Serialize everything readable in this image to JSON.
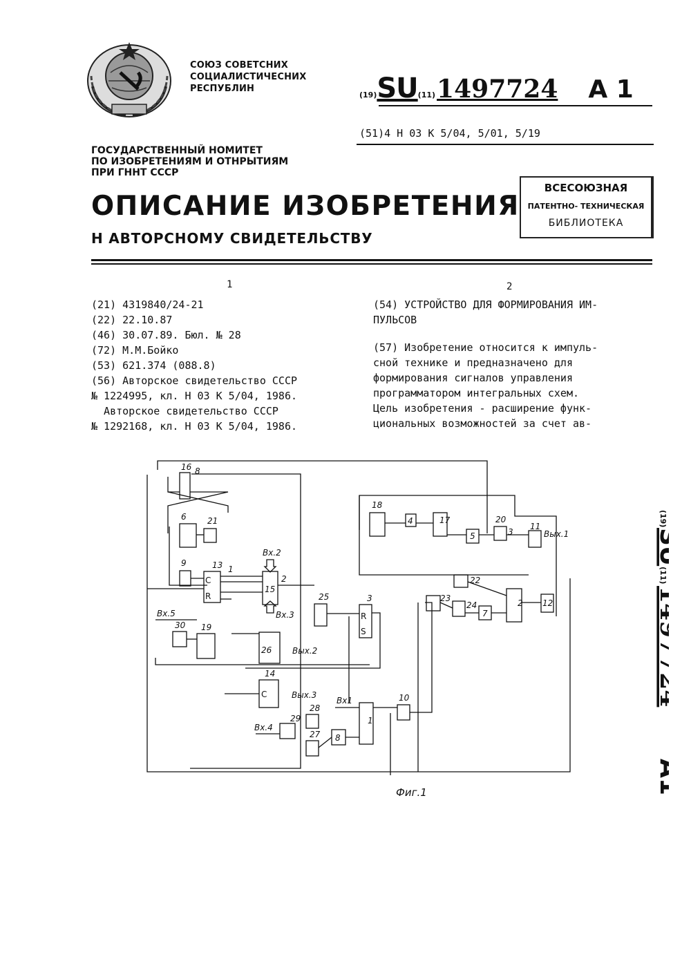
{
  "header": {
    "union": [
      "СОЮЗ СОВЕТСНИХ",
      "СОЦИАЛИСТИЧЕСНИХ",
      "РЕСПУБЛИН"
    ],
    "country_code_prefix": "(19)",
    "country_code": "SU",
    "number_prefix": "(11)",
    "publication_number": "1497724",
    "kind_code": "A 1",
    "ipc": "(51)4 Н 03 К 5/04, 5/01, 5/19",
    "committee": [
      "ГОСУДАРСТВЕННЫЙ НОМИТЕТ",
      "ПО ИЗОБРЕТЕНИЯМ И ОТНРЫТИЯМ",
      "ПРИ ГННТ СССР"
    ],
    "title": "ОПИСАНИЕ ИЗОБРЕТЕНИЯ",
    "subtitle": "Н АВТОРСНОМУ СВИДЕТЕЛЬСТВУ"
  },
  "stamp": {
    "line1": "ВСЕСОЮЗНАЯ",
    "line2": "ПАТЕНТНО- ТЕХНИЧЕСКАЯ",
    "line3": "БИБЛИОТЕКА"
  },
  "column_numbers": {
    "left": "1",
    "right": "2"
  },
  "bibliographic": [
    "(21) 4319840/24-21",
    "(22) 22.10.87",
    "(46) 30.07.89. Бюл. № 28",
    "(72) М.М.Бойко",
    "(53) 621.374 (088.8)",
    "(56) Авторское свидетельство СССР",
    "№ 1224995, кл. Н 03 К 5/04, 1986.",
    "  Авторское свидетельство СССР",
    "№ 1292168, кл. Н 03 К 5/04, 1986."
  ],
  "invention_title": [
    "(54) УСТРОЙСТВО ДЛЯ ФОРМИРОВАНИЯ ИМ-",
    "ПУЛЬСОВ"
  ],
  "abstract": [
    "(57) Изобретение относится к импуль-",
    "сной технике и предназначено для",
    "формирования сигналов управления",
    "программатором интегральных схем.",
    "Цель изобретения - расширение функ-",
    "циональных возможностей за счет ав-"
  ],
  "figure": {
    "caption": "Фиг.1",
    "labels": {
      "in2": "Вх.2",
      "in3": "Вх.3",
      "in5": "Вх.5",
      "in4": "Вх.4",
      "in1": "Вх1",
      "out1": "Вых.1",
      "out2": "Вых.2",
      "out3": "Вых.3",
      "b1": "1",
      "b2": "2",
      "b3": "3",
      "b4": "4",
      "b5": "5",
      "b6": "6",
      "b7": "7",
      "b8": "8",
      "b9": "9",
      "b10": "10",
      "b11": "11",
      "b12": "12",
      "b13": "13",
      "b14": "14",
      "b15": "15",
      "b16": "16",
      "b17": "17",
      "b18": "18",
      "b19": "19",
      "b20": "20",
      "b21": "21",
      "b22": "22",
      "b23": "23",
      "b24": "24",
      "b25": "25",
      "b26": "26",
      "b27": "27",
      "b28": "28",
      "b29": "29",
      "b30": "30"
    }
  },
  "side_strip": {
    "code": "SU",
    "number": "1497724",
    "kind": "A1",
    "prefix19": "(19)",
    "prefix11": "(11)"
  }
}
